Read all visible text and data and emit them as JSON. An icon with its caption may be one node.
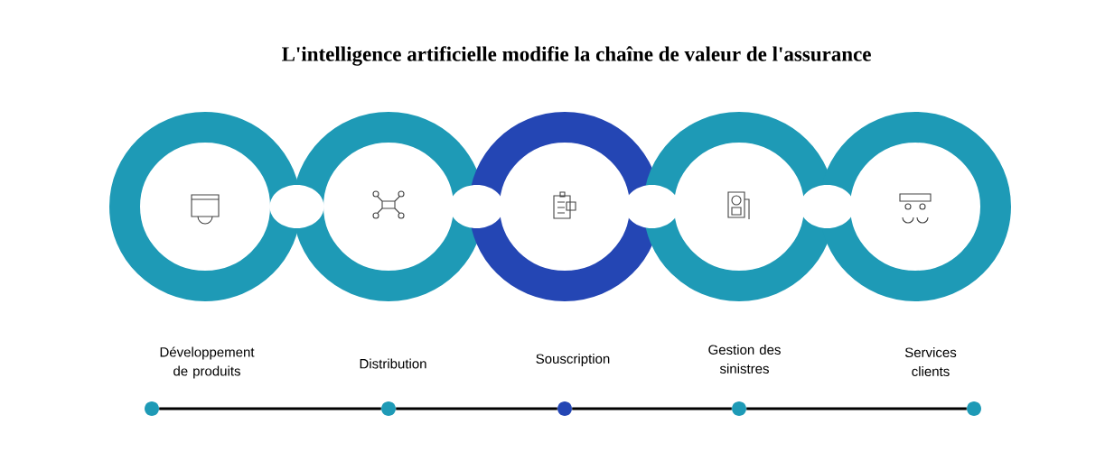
{
  "diagram": {
    "title": "L'intelligence artificielle modifie la chaîne de valeur de l'assurance",
    "nodes": [
      {
        "text": [],
        "shape": "circle",
        "beside": [
          "Développement de produits"
        ]
      },
      {
        "text": [],
        "shape": "circle",
        "beside": [
          "Distribution"
        ]
      },
      {
        "text": [],
        "shape": "circle",
        "beside": [
          "Souscription"
        ]
      },
      {
        "text": [],
        "shape": "circle",
        "beside": [
          "Gestion des sinistres"
        ]
      },
      {
        "text": [],
        "shape": "circle",
        "beside": [
          "Services clients"
        ]
      }
    ],
    "edges": [
      {
        "from": 0,
        "to": 1,
        "arrow": "none"
      },
      {
        "from": 1,
        "to": 2,
        "arrow": "none"
      },
      {
        "from": 2,
        "to": 3,
        "arrow": "none"
      },
      {
        "from": 3,
        "to": 4,
        "arrow": "none"
      }
    ]
  }
}
